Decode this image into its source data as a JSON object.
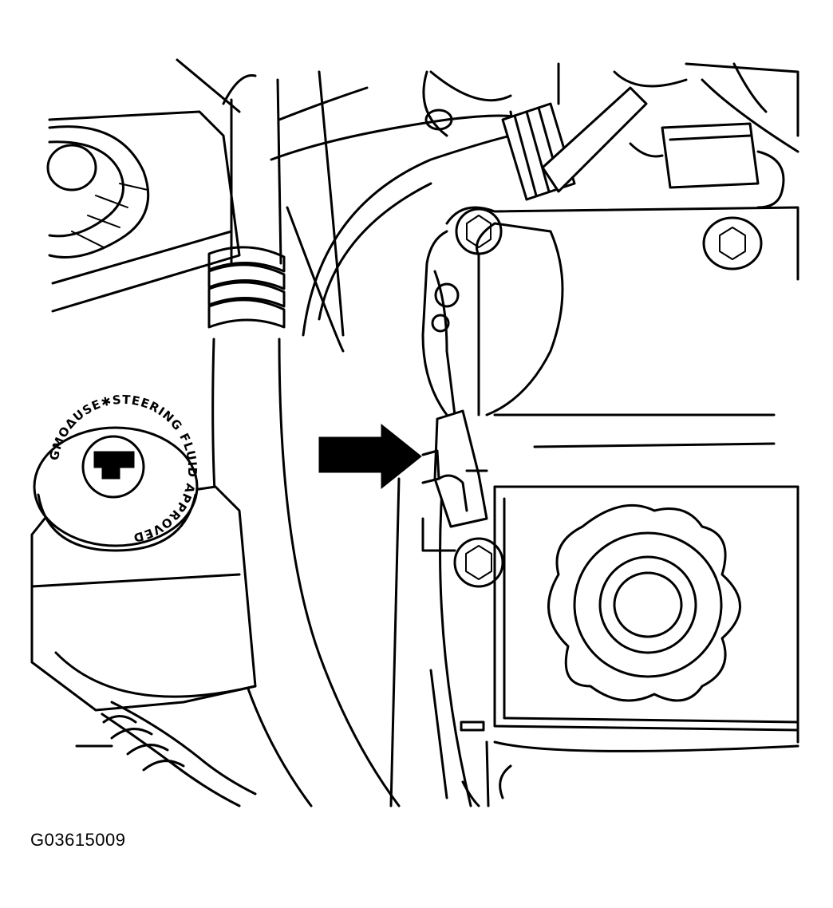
{
  "figure": {
    "code": "G03615009"
  },
  "power_steering_cap": {
    "text": "GMOΔUSE✱STEERING FLUID APPROVED"
  },
  "colors": {
    "ink": "#000000",
    "paper": "#ffffff"
  },
  "icons": {
    "arrow": "callout-arrow",
    "engine_oil_cap": "oil-filler-cap",
    "reservoir_cap": "power-steering-cap"
  }
}
